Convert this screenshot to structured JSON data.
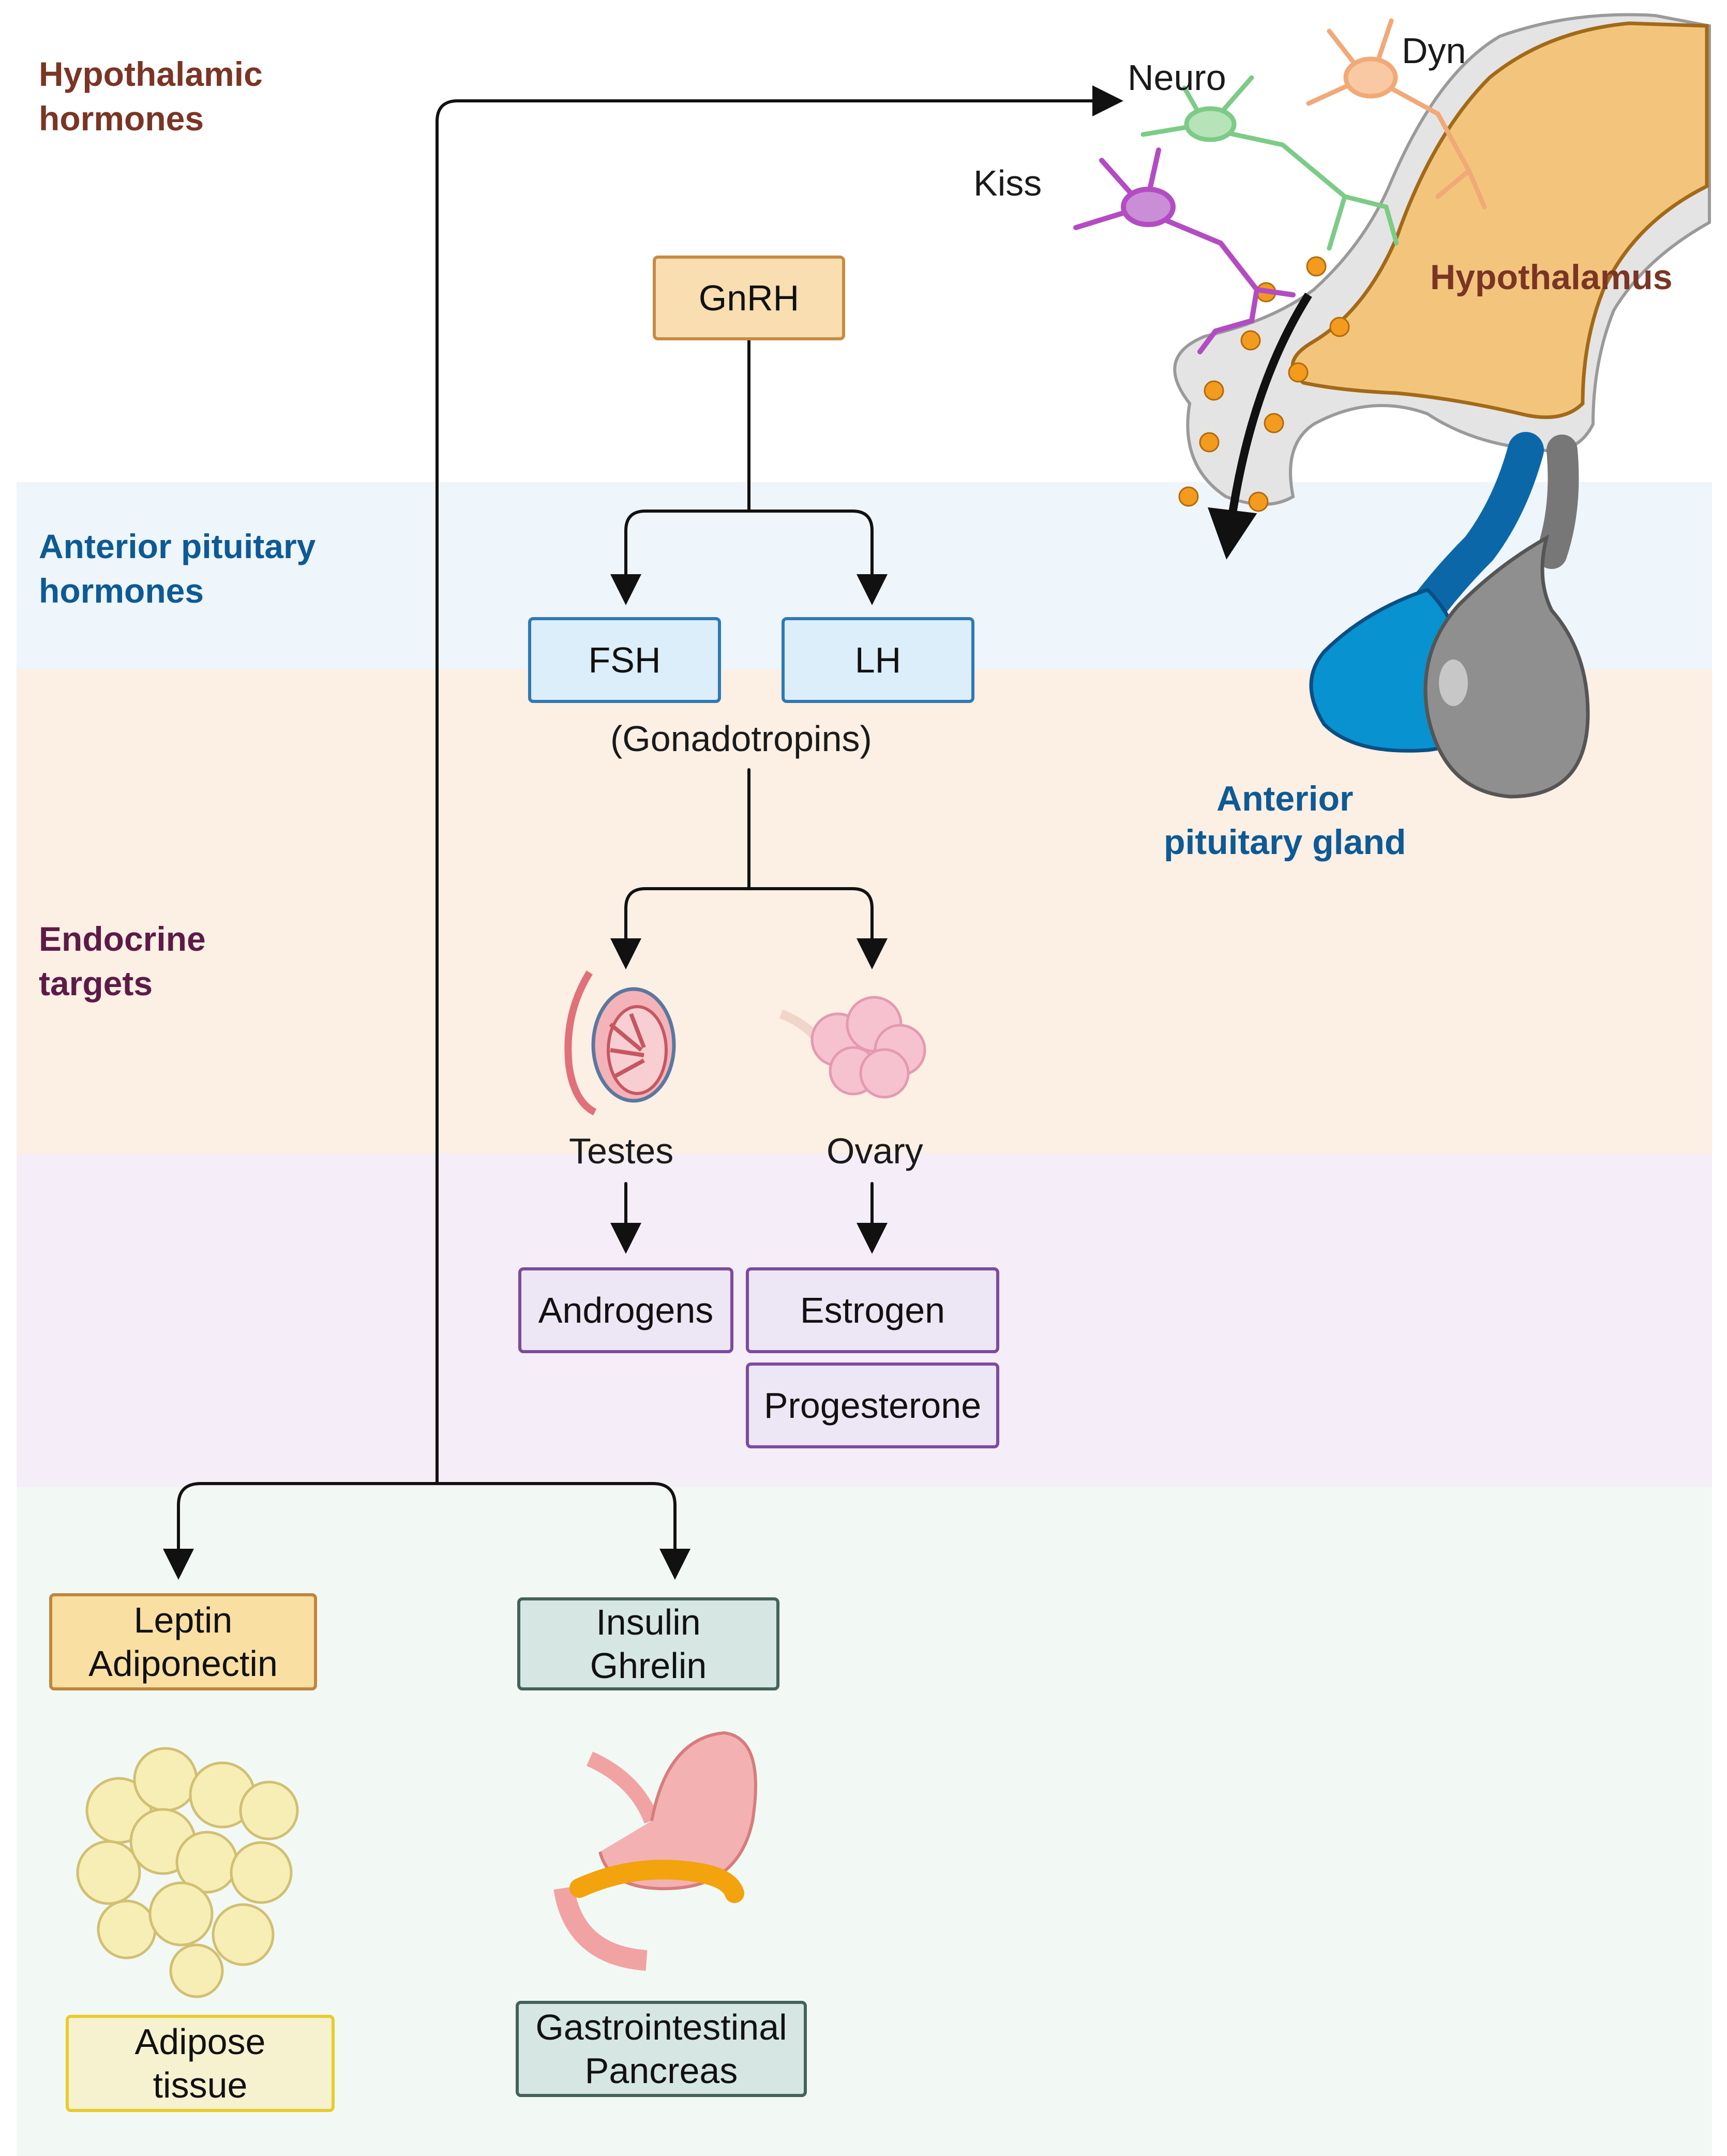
{
  "sections": {
    "hypothalamic": "Hypothalamic\nhormones",
    "anterior_pituitary": "Anterior pituitary\nhormones",
    "endocrine": "Endocrine\ntargets"
  },
  "nodes": {
    "gnrh": "GnRH",
    "fsh": "FSH",
    "lh": "LH",
    "gonadotropins": "(Gonadotropins)",
    "testes": "Testes",
    "ovary": "Ovary",
    "androgens": "Androgens",
    "estrogen": "Estrogen",
    "progesterone": "Progesterone",
    "leptin_adiponectin": "Leptin\nAdiponectin",
    "insulin_ghrelin": "Insulin\nGhrelin",
    "adipose_tissue": "Adipose\ntissue",
    "gi_pancreas": "Gastrointestinal\nPancreas"
  },
  "anatomy": {
    "kiss": "Kiss",
    "neuro": "Neuro",
    "dyn": "Dyn",
    "hypothalamus": "Hypothalamus",
    "anterior_pituitary_gland": "Anterior\npituitary gland"
  },
  "colors": {
    "hypothalamic": "#7a3525",
    "anterior_pituitary": "#0d5a94",
    "endocrine": "#5c1b47"
  }
}
